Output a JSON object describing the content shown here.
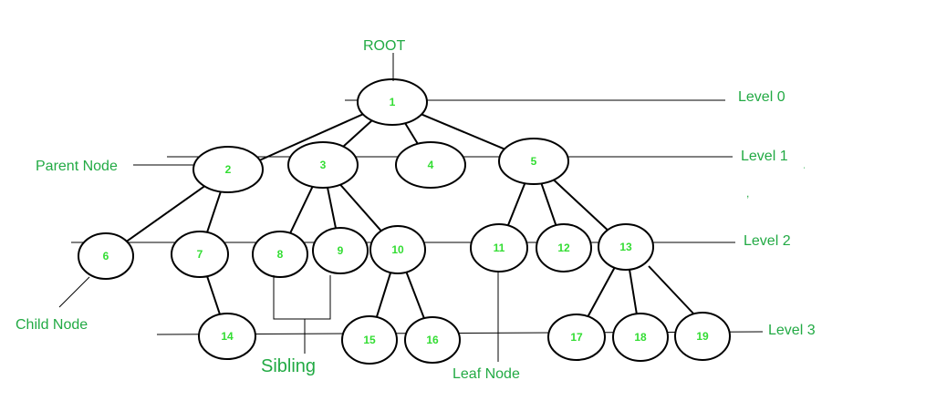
{
  "colors": {
    "label_green": "#22aa44",
    "node_text_green": "#33dd33",
    "stroke": "#000000",
    "background": "#ffffff"
  },
  "nodes": [
    {
      "id": "1",
      "label": "1"
    },
    {
      "id": "2",
      "label": "2"
    },
    {
      "id": "3",
      "label": "3"
    },
    {
      "id": "4",
      "label": "4"
    },
    {
      "id": "5",
      "label": "5"
    },
    {
      "id": "6",
      "label": "6"
    },
    {
      "id": "7",
      "label": "7"
    },
    {
      "id": "8",
      "label": "8"
    },
    {
      "id": "9",
      "label": "9"
    },
    {
      "id": "10",
      "label": "10"
    },
    {
      "id": "11",
      "label": "11"
    },
    {
      "id": "12",
      "label": "12"
    },
    {
      "id": "13",
      "label": "13"
    },
    {
      "id": "14",
      "label": "14"
    },
    {
      "id": "15",
      "label": "15"
    },
    {
      "id": "16",
      "label": "16"
    },
    {
      "id": "17",
      "label": "17"
    },
    {
      "id": "18",
      "label": "18"
    },
    {
      "id": "19",
      "label": "19"
    }
  ],
  "edges": [
    [
      "1",
      "2"
    ],
    [
      "1",
      "3"
    ],
    [
      "1",
      "4"
    ],
    [
      "1",
      "5"
    ],
    [
      "2",
      "6"
    ],
    [
      "2",
      "7"
    ],
    [
      "3",
      "8"
    ],
    [
      "3",
      "9"
    ],
    [
      "3",
      "10"
    ],
    [
      "5",
      "11"
    ],
    [
      "5",
      "12"
    ],
    [
      "5",
      "13"
    ],
    [
      "7",
      "14"
    ],
    [
      "10",
      "15"
    ],
    [
      "10",
      "16"
    ],
    [
      "13",
      "17"
    ],
    [
      "13",
      "18"
    ],
    [
      "13",
      "19"
    ]
  ],
  "annotations": {
    "root": "ROOT",
    "level_0": "Level 0",
    "level_1": "Level 1",
    "level_2": "Level 2",
    "level_3": "Level 3",
    "parent_node": "Parent Node",
    "child_node": "Child Node",
    "sibling": "Sibling",
    "leaf_node": "Leaf Node"
  }
}
